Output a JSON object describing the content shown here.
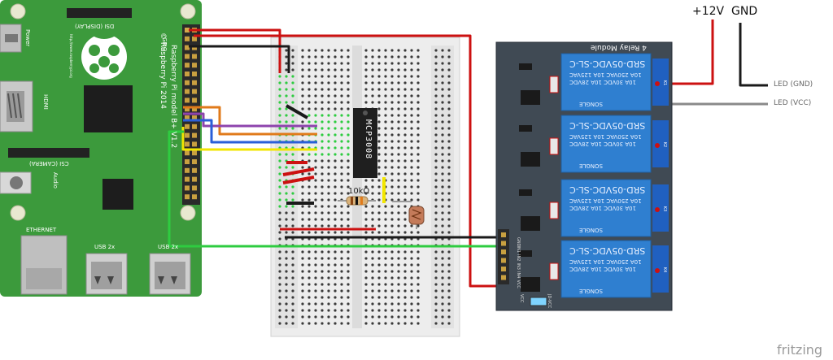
{
  "pi": {
    "model_text": "Raspberry Pi model B+ V1.2",
    "copyright_text": "© Raspberry Pi 2014",
    "gpio_label": "GPIO",
    "dsi_label": "DSI (DISPLAY)",
    "csi_label": "CSI (CAMERA)",
    "hdmi_label": "HDMI",
    "audio_label": "Audio",
    "power_label": "Power",
    "ethernet_label": "ETHERNET",
    "usb_label_1": "USB 2x",
    "usb_label_2": "USB 2x",
    "url_text": "http://www.raspberrypi.org"
  },
  "breadboard": {
    "chip_label": "MCP3008",
    "resistor_label": "10kΩ"
  },
  "relay_module": {
    "title": "4 Relay Module",
    "relay_model": "SRD-05VDC-SL-C",
    "rating_1": "10A 250VAC  10A 125VAC",
    "rating_2": "10A  30VDC  10A  28VDC",
    "brand": "SONGLE",
    "channels": [
      "K1",
      "K2",
      "K3",
      "K4"
    ],
    "input_pins": [
      "GND",
      "IN1",
      "IN2",
      "IN3",
      "IN4",
      "VCC"
    ],
    "jdvcc_label": "JD-VCC",
    "vcc_label": "VCC"
  },
  "power": {
    "v12_label": "+12V",
    "gnd_label": "GND"
  },
  "led": {
    "gnd_label": "LED (GND)",
    "vcc_label": "LED (VCC)"
  },
  "watermark": "fritzing",
  "colors": {
    "pi_green": "#3c9a3c",
    "relay_blue": "#2f7fd0",
    "module_dark": "#404a54",
    "wire_red": "#cc1111",
    "wire_black": "#1a1a1a",
    "wire_orange": "#e07a1a",
    "wire_purple": "#8e44ad",
    "wire_blue": "#2a5fd8",
    "wire_yellow": "#f2e600",
    "wire_green": "#2ecc40"
  }
}
